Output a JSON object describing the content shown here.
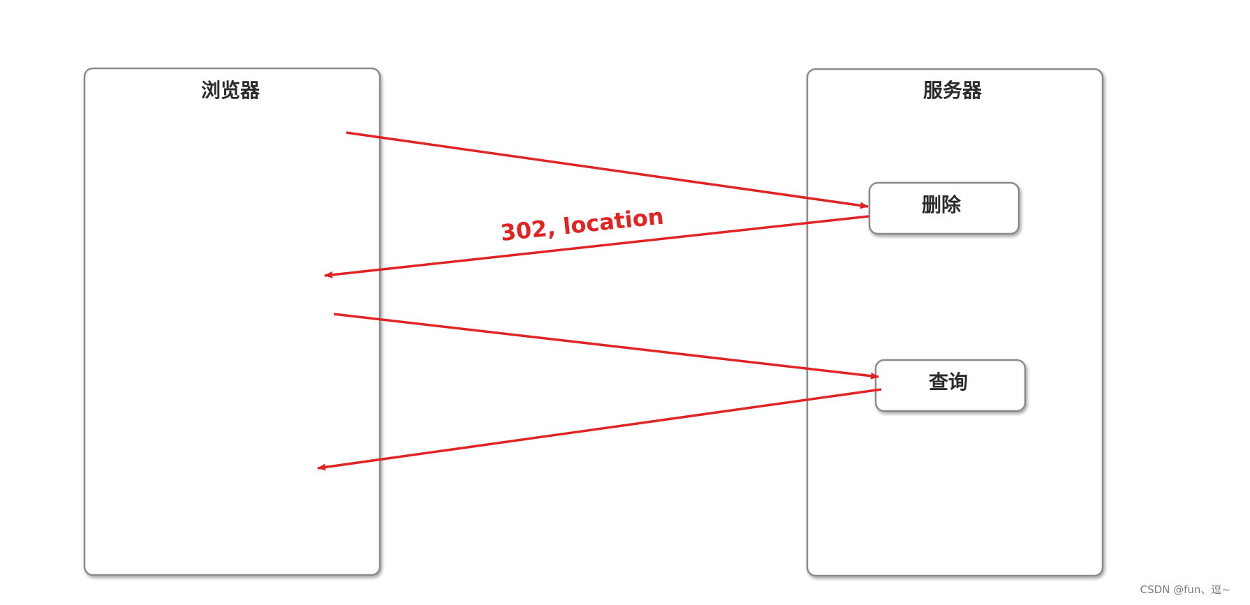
{
  "panels": {
    "browser": {
      "title": "浏览器"
    },
    "server": {
      "title": "服务器"
    }
  },
  "nodes": {
    "delete": {
      "label": "删除"
    },
    "query": {
      "label": "查询"
    }
  },
  "edges": {
    "redirect": {
      "label": "302, location"
    }
  },
  "watermark": {
    "text": "CSDN @fun、逗~"
  },
  "colors": {
    "arrow": "#e02424",
    "border": "#8a8a8a",
    "background": "#ffffff"
  }
}
